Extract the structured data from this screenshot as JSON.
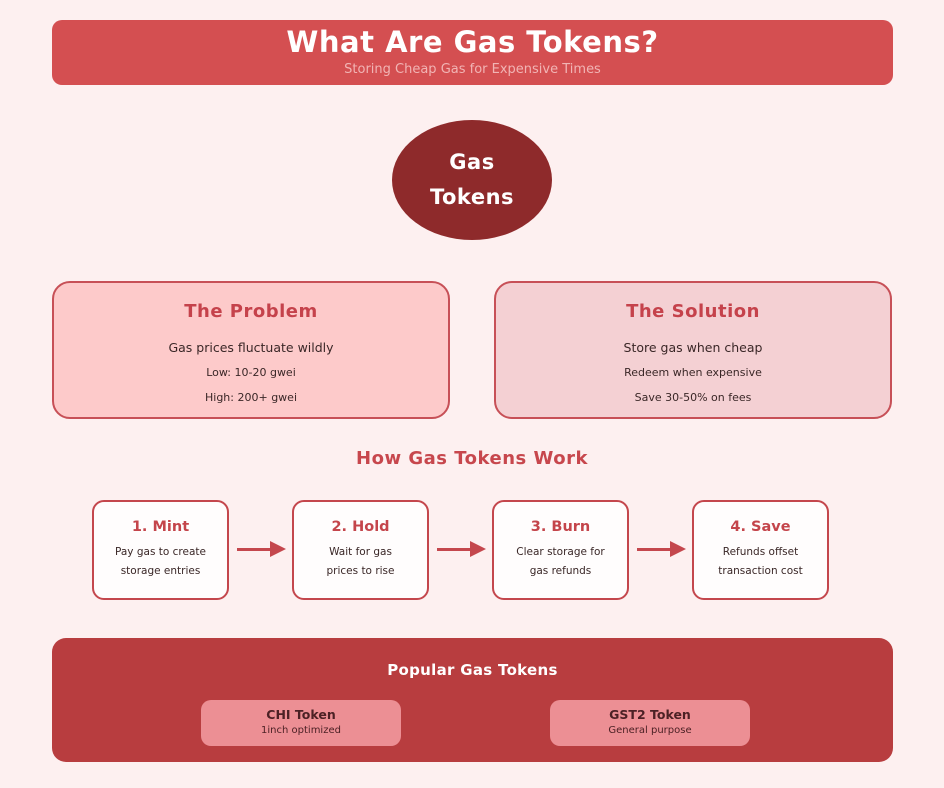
{
  "colors": {
    "page_background": "#fdf0f0",
    "header_background": "#d44f51",
    "header_subtitle": "#f1b4b4",
    "ellipse_background": "#8e2a2b",
    "problem_box_fill": "#fdcaca",
    "solution_box_fill": "#f4d0d3",
    "box_border": "#c75057",
    "accent_red": "#c7474d",
    "step_box_fill": "#fffdfd",
    "bottom_panel_fill": "#b83d3f",
    "token_card_fill": "#ec8f94",
    "dark_text": "#3a2727"
  },
  "header": {
    "title": "What Are Gas Tokens?",
    "subtitle": "Storing Cheap Gas for Expensive Times"
  },
  "center_node": {
    "line1": "Gas",
    "line2": "Tokens"
  },
  "problem": {
    "title": "The Problem",
    "lines": [
      "Gas prices fluctuate wildly",
      "Low: 10-20 gwei",
      "High: 200+ gwei"
    ]
  },
  "solution": {
    "title": "The Solution",
    "lines": [
      "Store gas when cheap",
      "Redeem when expensive",
      "Save 30-50% on fees"
    ]
  },
  "how_it_works": {
    "heading": "How Gas Tokens Work",
    "steps": [
      {
        "title": "1. Mint",
        "line1": "Pay gas to create",
        "line2": "storage entries"
      },
      {
        "title": "2. Hold",
        "line1": "Wait for gas",
        "line2": "prices to rise"
      },
      {
        "title": "3. Burn",
        "line1": "Clear storage for",
        "line2": "gas refunds"
      },
      {
        "title": "4. Save",
        "line1": "Refunds offset",
        "line2": "transaction cost"
      }
    ]
  },
  "popular": {
    "heading": "Popular Gas Tokens",
    "tokens": [
      {
        "name": "CHI Token",
        "description": "1inch optimized"
      },
      {
        "name": "GST2 Token",
        "description": "General purpose"
      }
    ]
  }
}
